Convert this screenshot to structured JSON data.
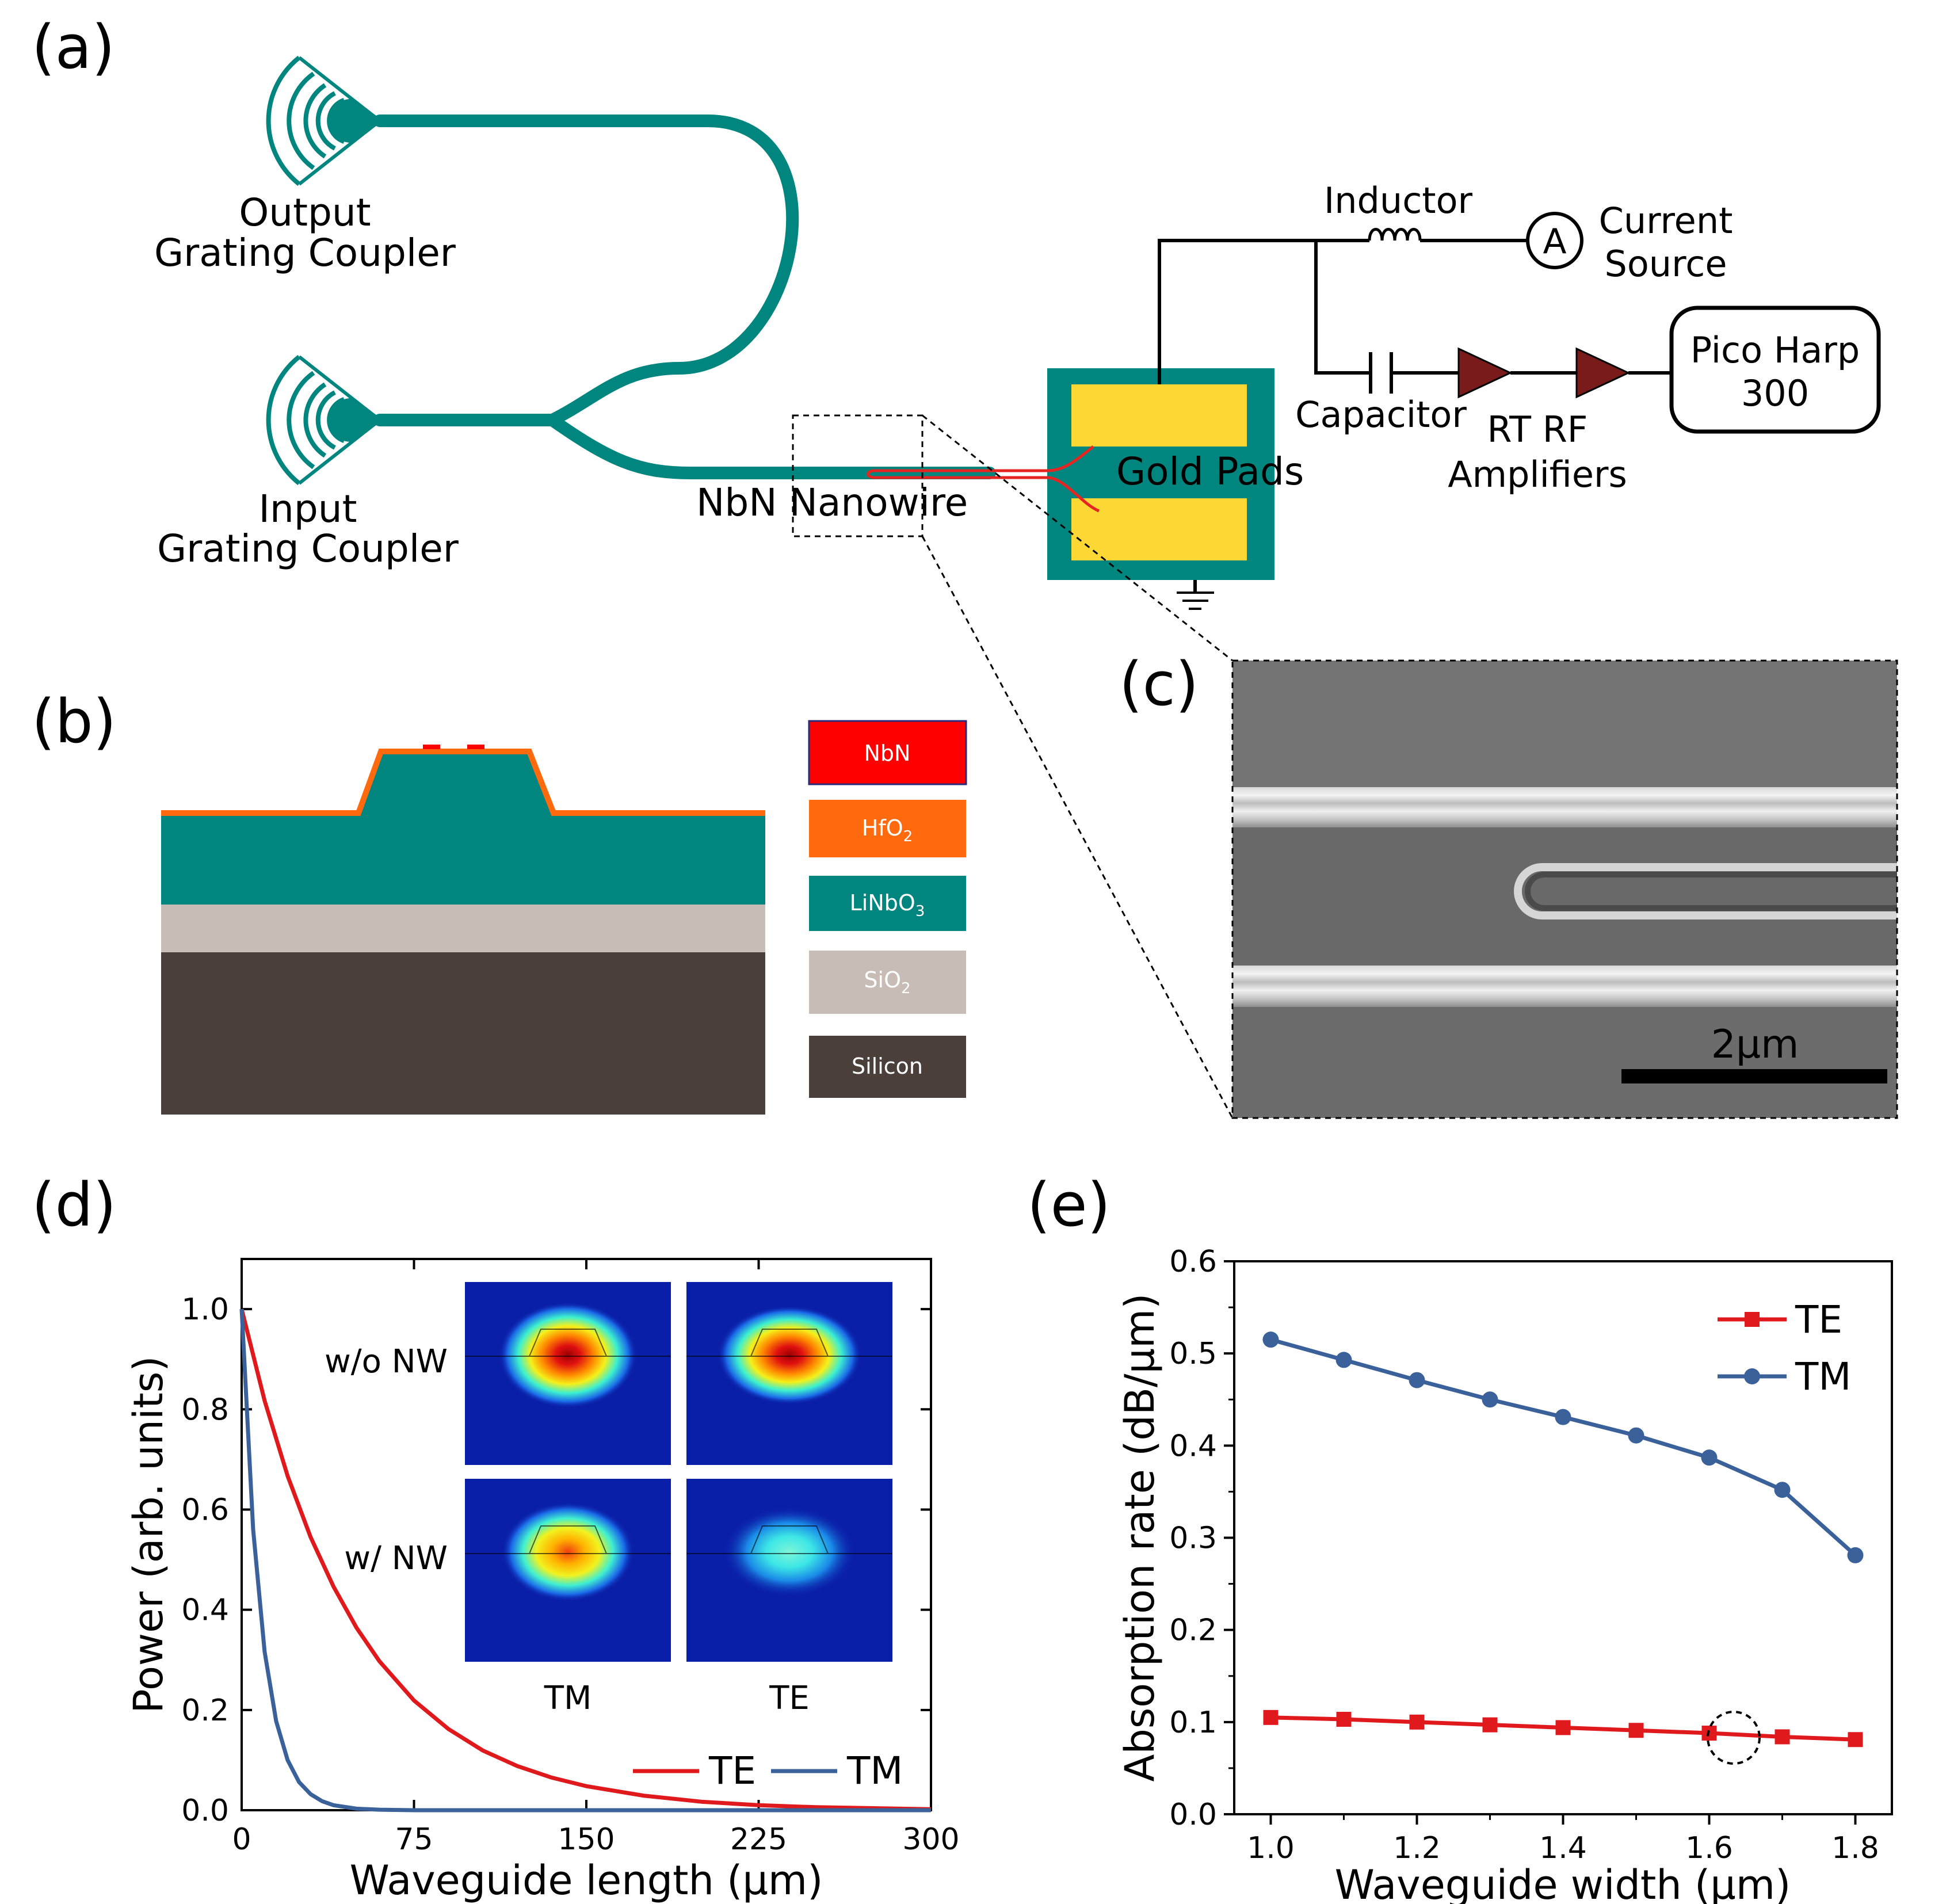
{
  "panels": {
    "a": {
      "label": "(a)",
      "output_coupler_line1": "Output",
      "output_coupler_line2": "Grating Coupler",
      "input_coupler_line1": "Input",
      "input_coupler_line2": "Grating Coupler",
      "nanowire": "NbN Nanowire",
      "gold_pads": "Gold Pads",
      "inductor": "Inductor",
      "ammeter_symbol": "A",
      "current_source_line1": "Current",
      "current_source_line2": "Source",
      "capacitor": "Capacitor",
      "amplifiers_line1": "RT RF",
      "amplifiers_line2": "Amplifiers",
      "counter_line1": "Pico Harp",
      "counter_line2": "300",
      "colors": {
        "waveguide": "#00857f",
        "gold": "#fdd835",
        "wire": "#e52420",
        "amplifier": "#7a1b1b"
      }
    },
    "b": {
      "label": "(b)",
      "layers": [
        {
          "name": "NbN",
          "color": "#ff0000"
        },
        {
          "name": "HfO",
          "sub": "2",
          "color": "#ff6a0e"
        },
        {
          "name": "LiNbO",
          "sub": "3",
          "color": "#00857f"
        },
        {
          "name": "SiO",
          "sub": "2",
          "color": "#c8bcb7"
        },
        {
          "name": "Silicon",
          "color": "#4a3f3b"
        }
      ]
    },
    "c": {
      "label": "(c)",
      "scale_bar": "2μm"
    },
    "d": {
      "label": "(d)",
      "inset": {
        "row_labels": [
          "w/o NW",
          "w/ NW"
        ],
        "col_labels": [
          "TM",
          "TE"
        ]
      },
      "chart_data": {
        "type": "line",
        "xlabel": "Waveguide length (μm)",
        "ylabel": "Power (arb. units)",
        "xlim": [
          0,
          300
        ],
        "ylim": [
          0,
          1.1
        ],
        "xticks": [
          0,
          75,
          150,
          225,
          300
        ],
        "yticks": [
          0.0,
          0.2,
          0.4,
          0.6,
          0.8,
          1.0
        ],
        "grid": false,
        "legend": "bottom-right",
        "series": [
          {
            "name": "TE",
            "color": "#e0191c",
            "x": [
              0,
              10,
              20,
              30,
              40,
              50,
              60,
              75,
              90,
              105,
              120,
              135,
              150,
              175,
              200,
              225,
              250,
              275,
              300
            ],
            "y": [
              1.0,
              0.817,
              0.667,
              0.545,
              0.446,
              0.364,
              0.297,
              0.219,
              0.162,
              0.119,
              0.088,
              0.065,
              0.048,
              0.029,
              0.017,
              0.01,
              0.006,
              0.004,
              0.002
            ]
          },
          {
            "name": "TM",
            "color": "#3a619a",
            "x": [
              0,
              5,
              10,
              15,
              20,
              25,
              30,
              35,
              40,
              50,
              60,
              75,
              100,
              150,
              200,
              300
            ],
            "y": [
              1.0,
              0.56,
              0.316,
              0.178,
              0.1,
              0.056,
              0.032,
              0.018,
              0.01,
              0.003,
              0.001,
              0.0,
              0.0,
              0.0,
              0.0,
              0.0
            ]
          }
        ]
      }
    },
    "e": {
      "label": "(e)",
      "chart_data": {
        "type": "line",
        "xlabel": "Waveguide width (μm)",
        "ylabel": "Absorption rate (dB/μm)",
        "xlim": [
          0.95,
          1.85
        ],
        "ylim": [
          0.0,
          0.6
        ],
        "xticks": [
          1.0,
          1.2,
          1.4,
          1.6,
          1.8
        ],
        "yticks": [
          0.0,
          0.1,
          0.2,
          0.3,
          0.4,
          0.5,
          0.6
        ],
        "grid": false,
        "legend": "top-right",
        "categories": [
          1.0,
          1.1,
          1.2,
          1.3,
          1.4,
          1.5,
          1.6,
          1.7,
          1.8
        ],
        "series": [
          {
            "name": "TE",
            "color": "#e0191c",
            "marker": "square",
            "values": [
              0.105,
              0.103,
              0.1,
              0.097,
              0.094,
              0.091,
              0.088,
              0.084,
              0.081
            ]
          },
          {
            "name": "TM",
            "color": "#3a619a",
            "marker": "circle",
            "values": [
              0.515,
              0.493,
              0.471,
              0.45,
              0.431,
              0.411,
              0.387,
              0.352,
              0.281
            ]
          }
        ]
      }
    }
  }
}
